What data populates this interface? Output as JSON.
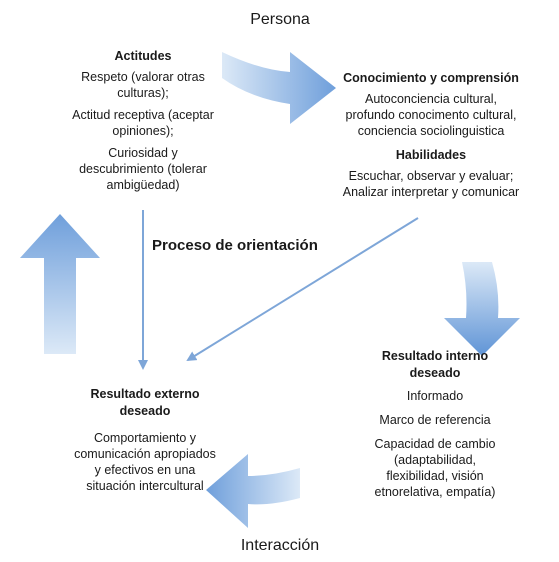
{
  "top_label": "Persona",
  "bottom_label": "Interacción",
  "center_label": "Proceso de orientación",
  "attitudes": {
    "heading": "Actitudes",
    "lines": [
      "Respeto (valorar otras",
      "culturas);",
      "Actitud receptiva (aceptar",
      "opiniones);",
      "Curiosidad y",
      "descubrimiento (tolerar",
      "ambigüedad)"
    ]
  },
  "knowledge": {
    "heading": "Conocimiento y comprensión",
    "lines": [
      "Autoconciencia cultural,",
      "profundo conocimento cultural,",
      "conciencia sociolinguistica"
    ]
  },
  "skills": {
    "heading": "Habilidades",
    "lines": [
      "Escuchar, observar y evaluar;",
      "Analizar interpretar y comunicar"
    ]
  },
  "internal_outcome": {
    "heading_lines": [
      "Resultado interno",
      "deseado"
    ],
    "lines": [
      "Informado",
      "Marco de referencia",
      "Capacidad de cambio",
      "(adaptabilidad,",
      "flexibilidad, visión",
      "etnorelativa, empatía)"
    ]
  },
  "external_outcome": {
    "heading_lines": [
      "Resultado externo",
      "deseado"
    ],
    "lines": [
      "Comportamiento y",
      "comunicación apropiados",
      "y efectivos en una",
      "situación intercultural"
    ]
  },
  "colors": {
    "arrow_light": "#d7e6f6",
    "arrow_mid": "#8fb6e4",
    "arrow_dark": "#5b8fd0",
    "line_arrow": "#7ea6d8",
    "text": "#1a1a1a"
  }
}
